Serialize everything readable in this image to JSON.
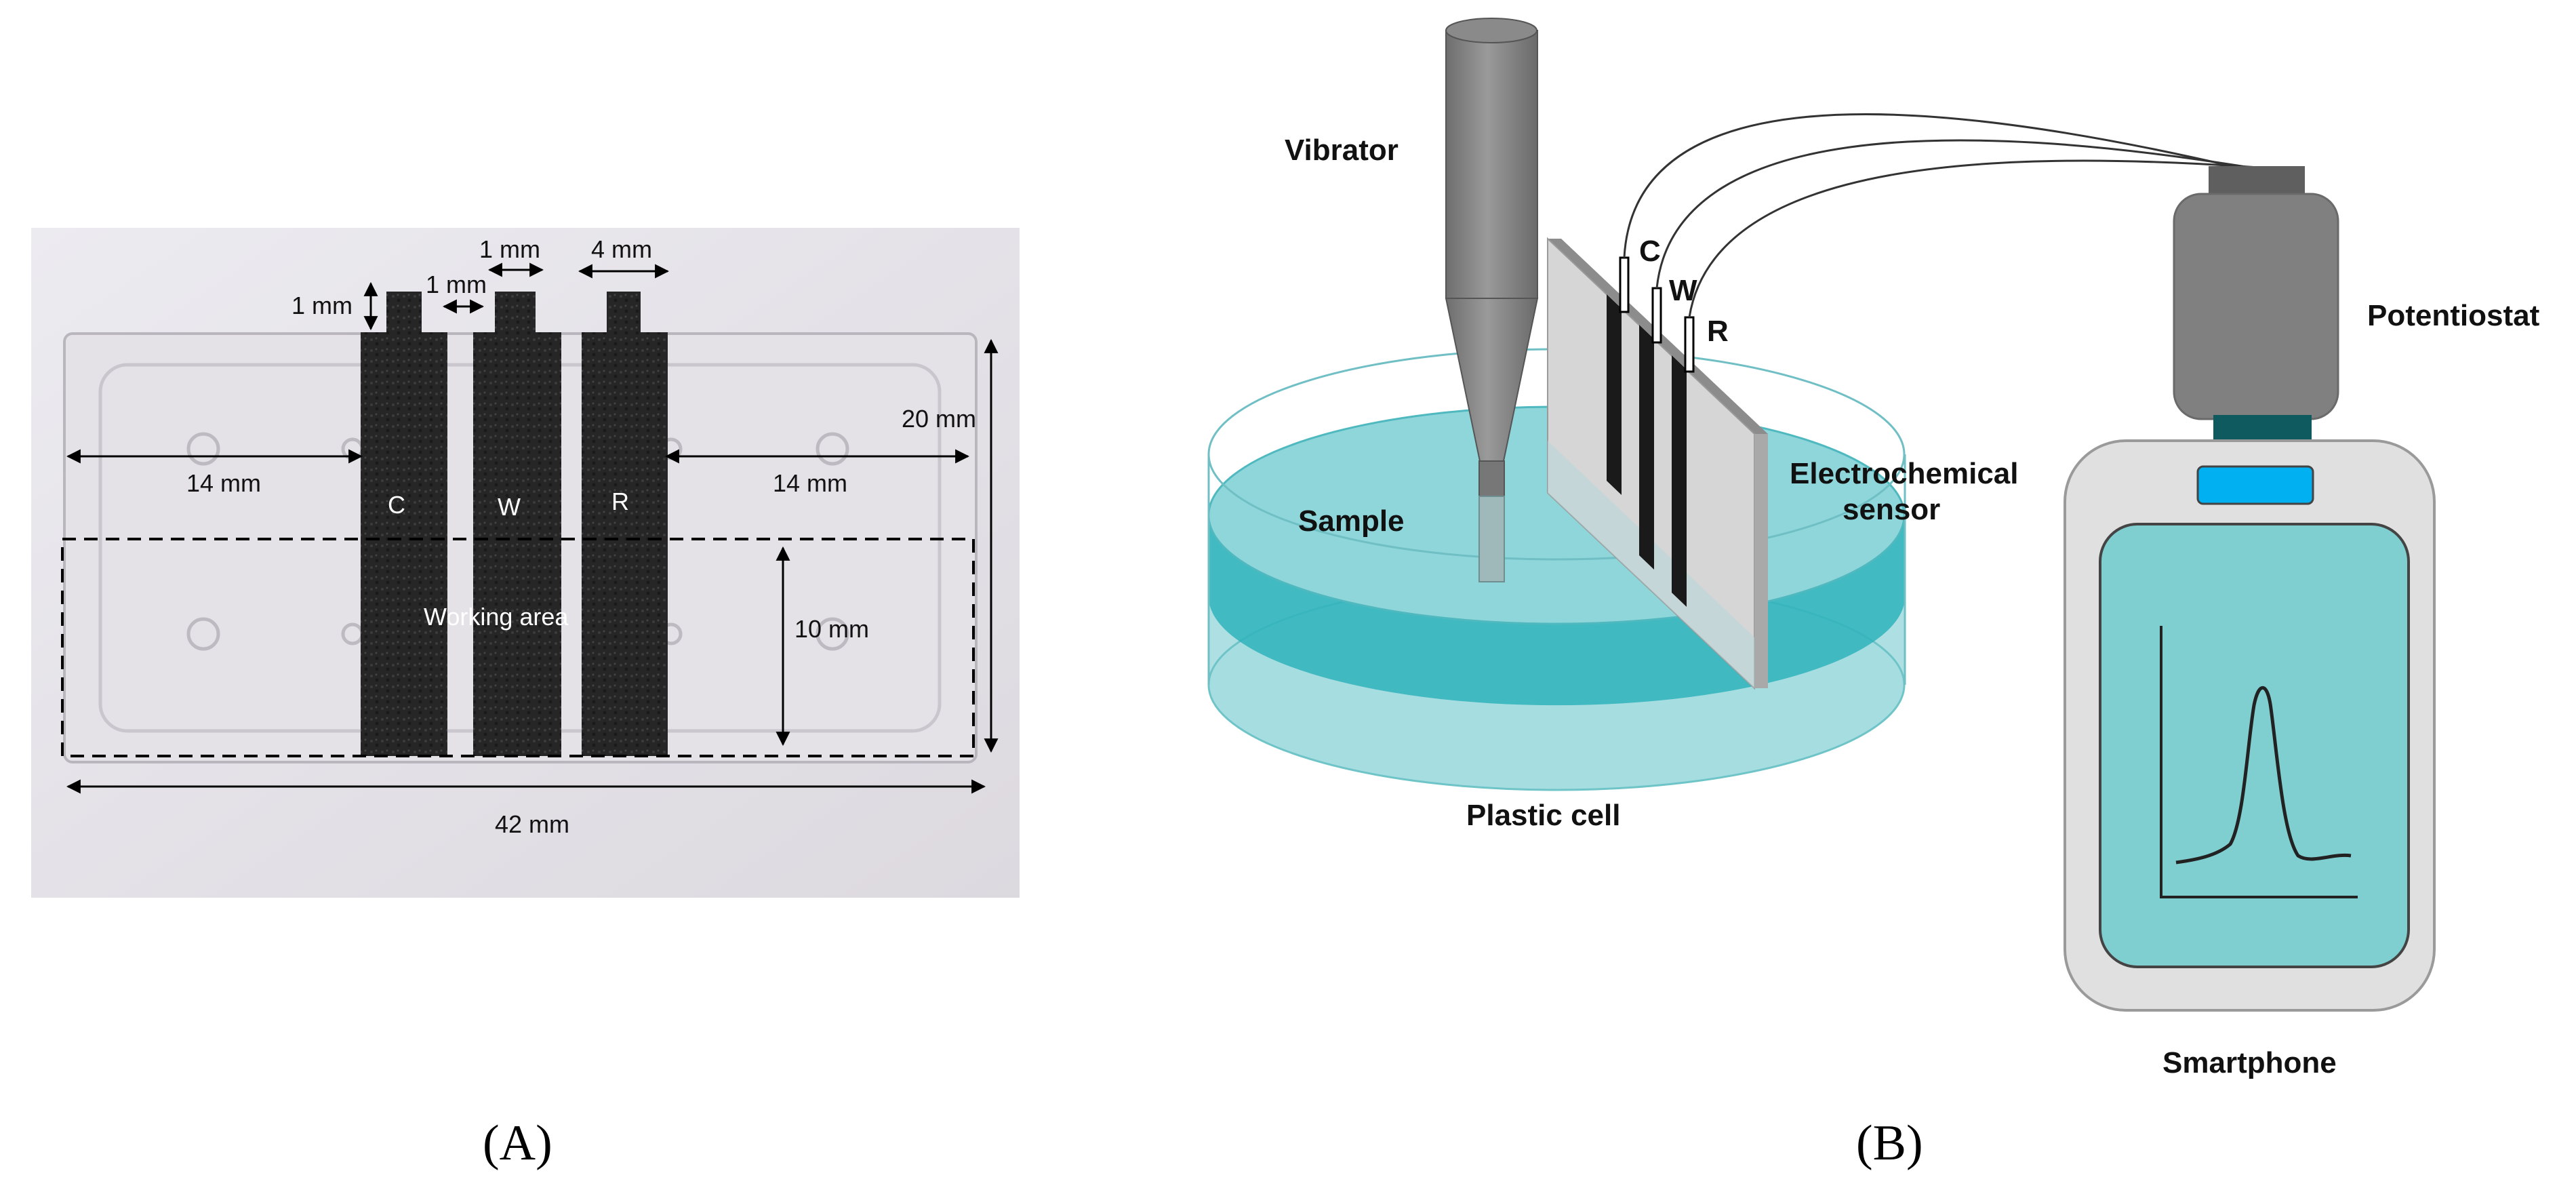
{
  "panel_a": {
    "caption": "(A)",
    "electrode_labels": [
      "C",
      "W",
      "R"
    ],
    "working_area_label": "Working area",
    "dimensions": {
      "tab_height": "1 mm",
      "gap": "1 mm",
      "tab_width": "1 mm",
      "electrode_width": "4 mm",
      "left_margin": "14 mm",
      "right_margin": "14 mm",
      "chip_height": "20 mm",
      "working_height": "10 mm",
      "chip_length": "42 mm"
    }
  },
  "panel_b": {
    "caption": "(B)",
    "labels": {
      "vibrator": "Vibrator",
      "sample": "Sample",
      "plastic_cell": "Plastic cell",
      "sensor_line1": "Electrochemical",
      "sensor_line2": "sensor",
      "potentiostat": "Potentiostat",
      "smartphone": "Smartphone"
    },
    "electrode_labels": [
      "C",
      "W",
      "R"
    ]
  },
  "colors": {
    "liquid": "#7fd0d4",
    "liquid_light": "#bfe8ea",
    "device_gray": "#7f7f7f",
    "phone_screen": "#7fcfd1",
    "phone_body": "#e0e0e0",
    "phone_accent": "#00b0f0",
    "electrode_black": "#1a1a1a"
  }
}
